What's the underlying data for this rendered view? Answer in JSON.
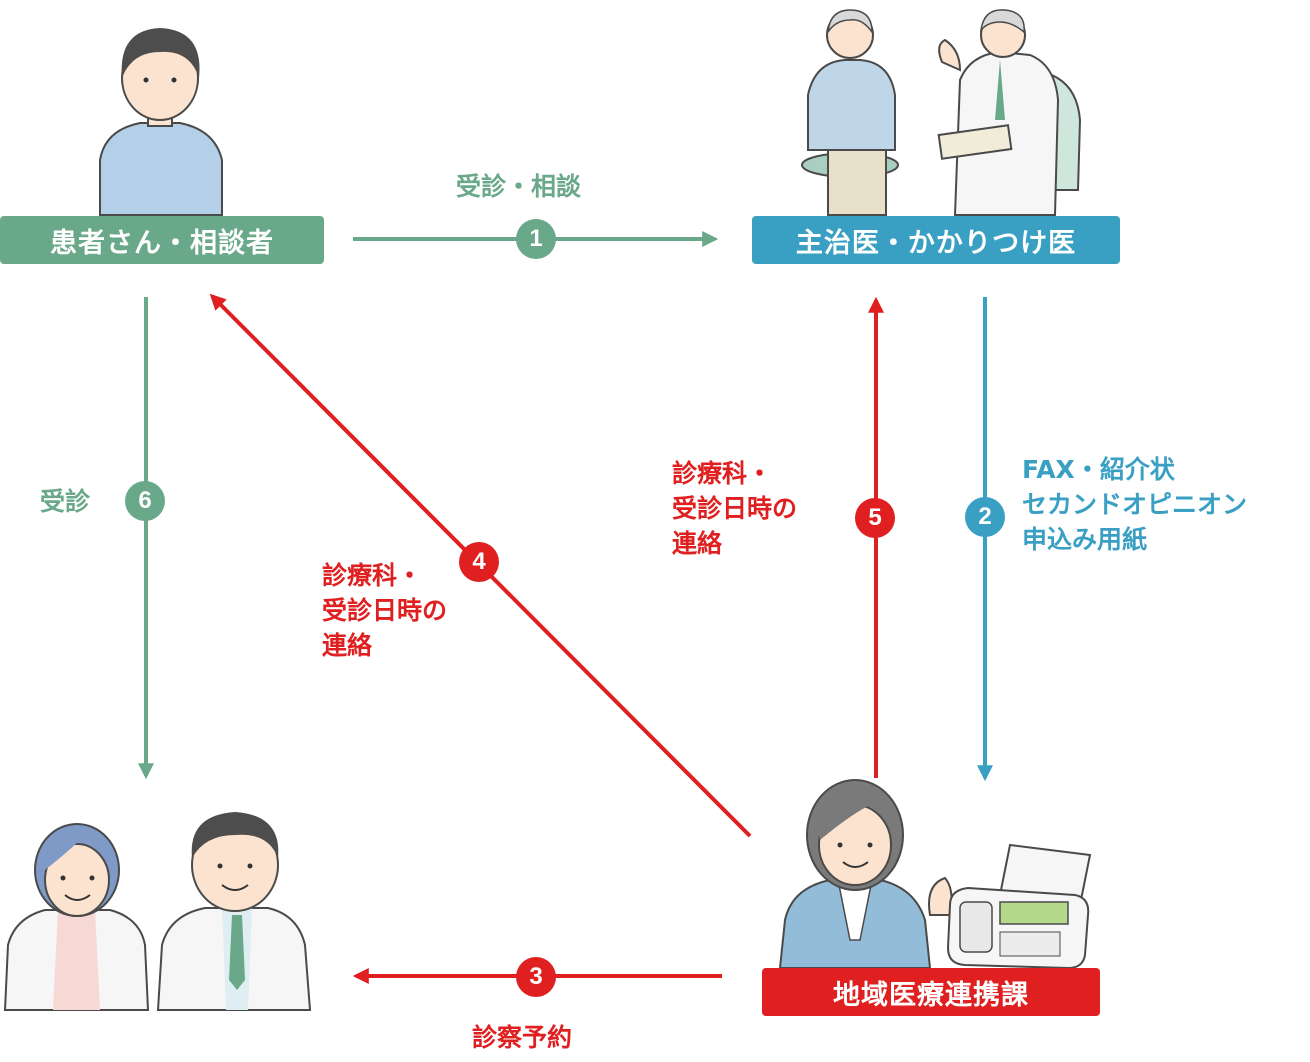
{
  "nodes": {
    "patient": {
      "label": "患者さん・相談者",
      "color": "#6aa88a"
    },
    "doctor": {
      "label": "主治医・かかりつけ医",
      "color": "#3aa0c3"
    },
    "liaison": {
      "label": "地域医療連携課",
      "color": "#e02020"
    }
  },
  "steps": {
    "s1": {
      "num": "1",
      "label": "受診・相談",
      "color": "#6aa88a"
    },
    "s2": {
      "num": "2",
      "lines": [
        "FAX・紹介状",
        "セカンドオピニオン",
        "申込み用紙"
      ],
      "color": "#3aa0c3"
    },
    "s3": {
      "num": "3",
      "label": "診察予約",
      "color": "#e02020"
    },
    "s4": {
      "num": "4",
      "lines": [
        "診療科・",
        "受診日時の",
        "連絡"
      ],
      "color": "#e02020"
    },
    "s5": {
      "num": "5",
      "lines": [
        "診療科・",
        "受診日時の",
        "連絡"
      ],
      "color": "#e02020"
    },
    "s6": {
      "num": "6",
      "label": "受診",
      "color": "#6aa88a"
    }
  },
  "icons": {
    "patient": "patient-illustration",
    "doctor_consult": "doctor-consultation-illustration",
    "hospital_doctors": "hospital-doctors-illustration",
    "liaison_staff": "liaison-staff-fax-illustration"
  }
}
